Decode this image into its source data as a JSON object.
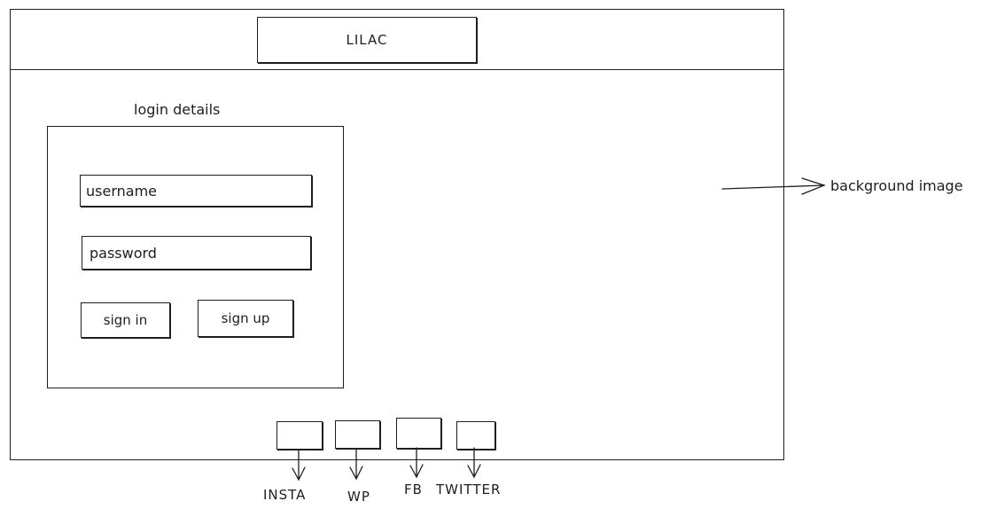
{
  "header": {
    "title": "LILAC"
  },
  "login": {
    "caption": "login details",
    "username_placeholder": "username",
    "password_placeholder": "password",
    "sign_in_label": "sign in",
    "sign_up_label": "sign up"
  },
  "annotations": {
    "background": "background image"
  },
  "social": [
    {
      "label": "INSTA",
      "icon": "insta-icon"
    },
    {
      "label": "WP",
      "icon": "wp-icon"
    },
    {
      "label": "FB",
      "icon": "fb-icon"
    },
    {
      "label": "TWITTER",
      "icon": "twitter-icon"
    }
  ],
  "colors": {
    "stroke": "#1e1e1e",
    "background": "#ffffff"
  }
}
